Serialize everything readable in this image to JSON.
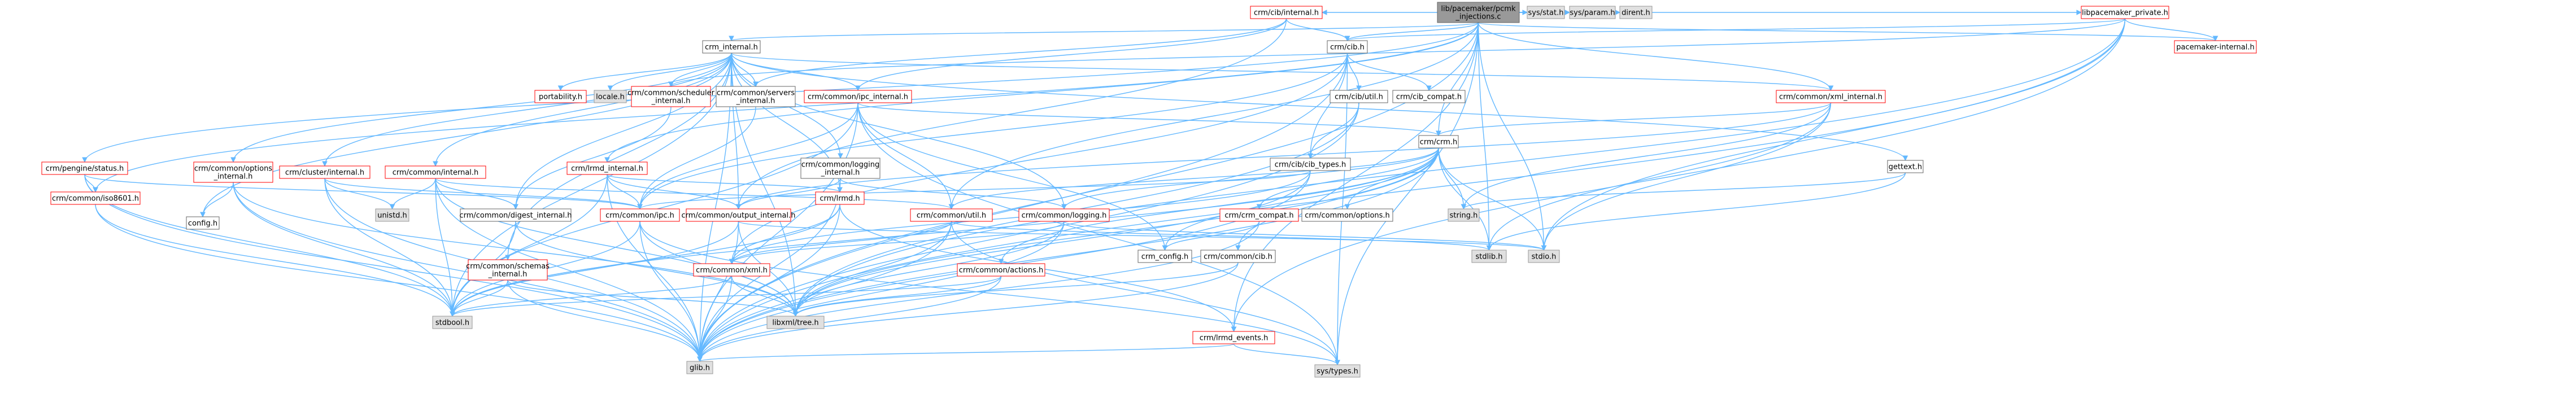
{
  "root": {
    "label": [
      "lib/pacemaker/pcmk",
      "_injections.c"
    ]
  },
  "nodes": {
    "sys_stat": {
      "label": [
        "sys/stat.h"
      ]
    },
    "sys_param": {
      "label": [
        "sys/param.h"
      ]
    },
    "dirent": {
      "label": [
        "dirent.h"
      ]
    },
    "libpacemaker_private": {
      "label": [
        "libpacemaker_private.h"
      ]
    },
    "crm_cib_internal": {
      "label": [
        "crm/cib/internal.h"
      ]
    },
    "crm_internal": {
      "label": [
        "crm_internal.h"
      ]
    },
    "crm_cib": {
      "label": [
        "crm/cib.h"
      ]
    },
    "pacemaker_internal": {
      "label": [
        "pacemaker-internal.h"
      ]
    },
    "crm_pengine_status": {
      "label": [
        "crm/pengine/status.h"
      ]
    },
    "crm_common_iso8601": {
      "label": [
        "crm/common/iso8601.h"
      ]
    },
    "portability": {
      "label": [
        "portability.h"
      ]
    },
    "locale": {
      "label": [
        "locale.h"
      ]
    },
    "crm_common_scheduler_internal": {
      "label": [
        "crm/common/scheduler",
        "_internal.h"
      ]
    },
    "crm_common_servers_internal": {
      "label": [
        "crm/common/servers",
        "_internal.h"
      ]
    },
    "crm_common_ipc_internal": {
      "label": [
        "crm/common/ipc_internal.h"
      ]
    },
    "crm_cib_util": {
      "label": [
        "crm/cib/util.h"
      ]
    },
    "crm_cib_compat": {
      "label": [
        "crm/cib_compat.h"
      ]
    },
    "crm_common_xml_internal": {
      "label": [
        "crm/common/xml_internal.h"
      ]
    },
    "crm_common_options_internal": {
      "label": [
        "crm/common/options",
        "_internal.h"
      ]
    },
    "crm_cluster_internal": {
      "label": [
        "crm/cluster/internal.h"
      ]
    },
    "crm_common_internal": {
      "label": [
        "crm/common/internal.h"
      ]
    },
    "crm_lrmd_internal": {
      "label": [
        "crm/lrmd_internal.h"
      ]
    },
    "crm_common_logging_internal": {
      "label": [
        "crm/common/logging",
        "_internal.h"
      ]
    },
    "crm_cib_cib_types": {
      "label": [
        "crm/cib/cib_types.h"
      ]
    },
    "crm_crm": {
      "label": [
        "crm/crm.h"
      ]
    },
    "gettext": {
      "label": [
        "gettext.h"
      ]
    },
    "config": {
      "label": [
        "config.h"
      ]
    },
    "unistd": {
      "label": [
        "unistd.h"
      ]
    },
    "crm_common_digest_internal": {
      "label": [
        "crm/common/digest_internal.h"
      ]
    },
    "crm_common_ipc": {
      "label": [
        "crm/common/ipc.h"
      ]
    },
    "crm_common_output_internal": {
      "label": [
        "crm/common/output_internal.h"
      ]
    },
    "crm_lrmd": {
      "label": [
        "crm/lrmd.h"
      ]
    },
    "crm_common_util": {
      "label": [
        "crm/common/util.h"
      ]
    },
    "crm_common_logging": {
      "label": [
        "crm/common/logging.h"
      ]
    },
    "crm_crm_compat": {
      "label": [
        "crm/crm_compat.h"
      ]
    },
    "crm_common_options": {
      "label": [
        "crm/common/options.h"
      ]
    },
    "string": {
      "label": [
        "string.h"
      ]
    },
    "crm_common_schemas_internal": {
      "label": [
        "crm/common/schemas",
        "_internal.h"
      ]
    },
    "crm_common_xml": {
      "label": [
        "crm/common/xml.h"
      ]
    },
    "crm_common_actions": {
      "label": [
        "crm/common/actions.h"
      ]
    },
    "crm_config": {
      "label": [
        "crm_config.h"
      ]
    },
    "crm_common_cib": {
      "label": [
        "crm/common/cib.h"
      ]
    },
    "stdlib": {
      "label": [
        "stdlib.h"
      ]
    },
    "stdio": {
      "label": [
        "stdio.h"
      ]
    },
    "stdbool": {
      "label": [
        "stdbool.h"
      ]
    },
    "libxml_tree": {
      "label": [
        "libxml/tree.h"
      ]
    },
    "crm_lrmd_events": {
      "label": [
        "crm/lrmd_events.h"
      ]
    },
    "glib": {
      "label": [
        "glib.h"
      ]
    },
    "sys_types": {
      "label": [
        "sys/types.h"
      ]
    }
  }
}
